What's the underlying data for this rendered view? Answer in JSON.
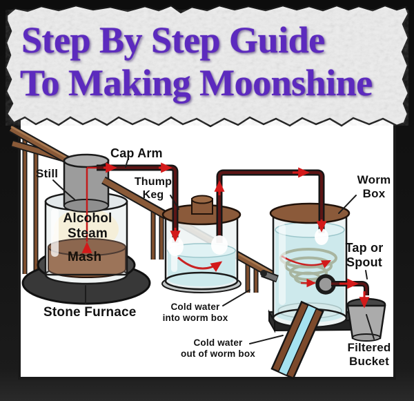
{
  "banner": {
    "line1": "Step By Step Guide",
    "line2": "To Making Moonshine"
  },
  "labels": {
    "still": "Still",
    "cap_arm": "Cap Arm",
    "thump_keg": [
      "Thump",
      "Keg"
    ],
    "worm_box": [
      "Worm",
      "Box"
    ],
    "alcohol_steam": [
      "Alcohol",
      "Steam"
    ],
    "mash": "Mash",
    "stone_furnace": "Stone Furnace",
    "cold_water_in": [
      "Cold water",
      "into worm box"
    ],
    "cold_water_out": [
      "Cold water",
      "out of worm box"
    ],
    "tap_or_spout": [
      "Tap or",
      "Spout"
    ],
    "filtered_bucket": [
      "Filtered",
      "Bucket"
    ]
  },
  "colors": {
    "title_purple": "#5c2abe",
    "paper_gray": "#ececec",
    "background_black": "#121212",
    "panel_white": "#ffffff",
    "arrow_red": "#d31a1a",
    "pipe_core_maroon": "#5c1515",
    "wood_brown": "#8a5a38",
    "lid_brown": "#8b5a3a",
    "mash_brown": "#8a5a3a",
    "water_blue": "#cde9ec",
    "channel_water_blue": "#a5e2f0",
    "furnace_gray": "#3c3c3c",
    "still_cap_gray": "#9c9c9c",
    "bucket_gray": "#ababab",
    "coil_gray_green": "#a8b5a0"
  }
}
